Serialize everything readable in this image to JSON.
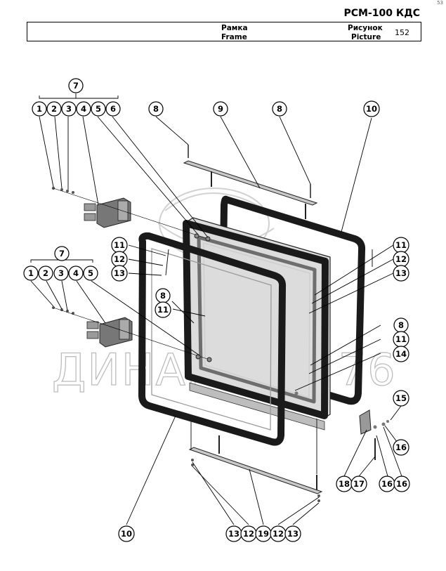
{
  "header": {
    "doc_code": "РСМ-100 КДС",
    "title_ru": "Рамка",
    "title_en": "Frame",
    "picture_ru": "Рисунок",
    "picture_en": "Picture",
    "picture_number": "152",
    "corner_mark": "53"
  },
  "watermark": "ДИНАМИКА 76",
  "callouts": {
    "c7_top": "7",
    "c1_top": "1",
    "c2_top": "2",
    "c3_top": "3",
    "c4_top": "4",
    "c5_top": "5",
    "c6_top": "6",
    "c8_a": "8",
    "c9": "9",
    "c8_b": "8",
    "c10_top": "10",
    "c11_l": "11",
    "c12_l": "12",
    "c13_l": "13",
    "c8_mid": "8",
    "c11_mid": "11",
    "c7_mid": "7",
    "c1_mid": "1",
    "c2_mid": "2",
    "c3_mid": "3",
    "c4_mid": "4",
    "c5_mid": "5",
    "c11_r": "11",
    "c12_r": "12",
    "c13_r": "13",
    "c8_r": "8",
    "c11_r2": "11",
    "c14": "14",
    "c15": "15",
    "c16_a": "16",
    "c18": "18",
    "c17": "17",
    "c16_b": "16",
    "c16_c": "16",
    "c10_bot": "10",
    "c13_b1": "13",
    "c12_b1": "12",
    "c19": "19",
    "c12_b2": "12",
    "c13_b2": "13"
  }
}
